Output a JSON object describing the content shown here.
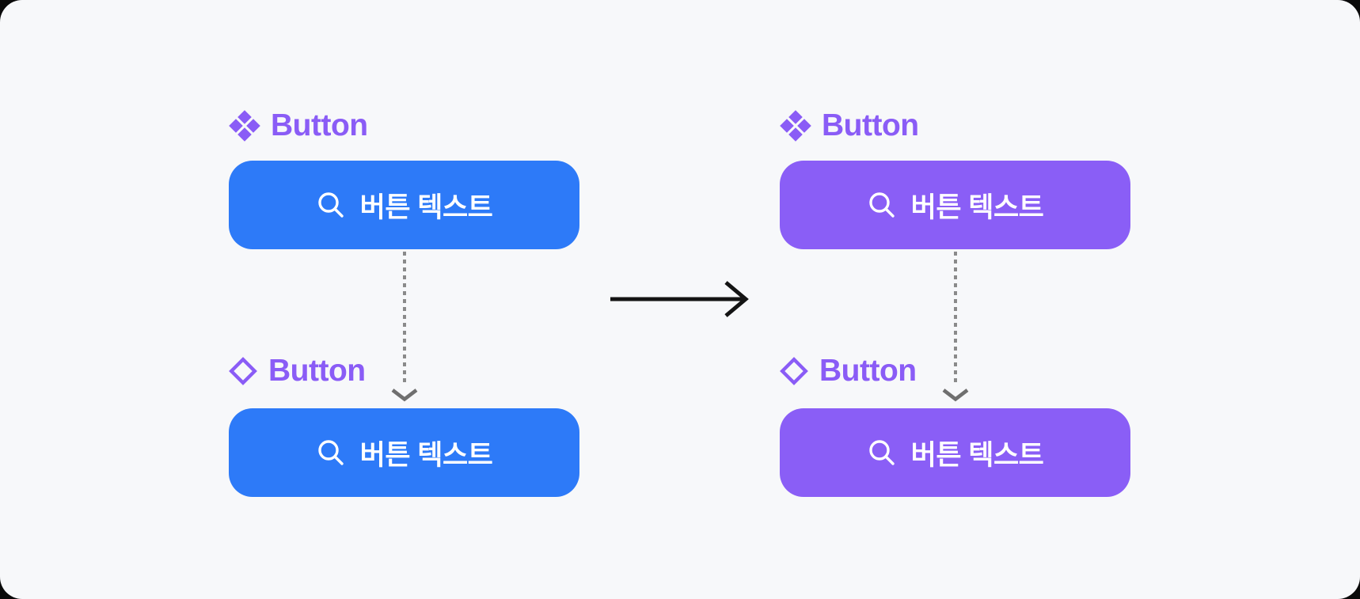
{
  "canvas": {
    "background": "#F7F8FA",
    "outer_background": "#0a0a0a",
    "corner_radius": "28px"
  },
  "colors": {
    "label_purple": "#8A5CF6",
    "button_blue": "#2D7AF8",
    "button_purple": "#8A5EF6",
    "button_text": "#FFFFFF",
    "connector_gray": "#8A8A8A",
    "connector_head_gray": "#6F6F6F",
    "arrow_black": "#141414"
  },
  "icons": {
    "component": "component-diamonds-icon",
    "instance": "instance-diamond-icon",
    "button": "search-icon",
    "flow": "arrow-right-icon",
    "connector": "arrow-down-dotted-icon"
  },
  "groups": [
    {
      "side": "before",
      "accent": "#2D7AF8",
      "component_label": "Button",
      "instance_label": "Button",
      "top_button": {
        "icon": "search-icon",
        "label": "버튼 텍스트"
      },
      "bottom_button": {
        "icon": "search-icon",
        "label": "버튼 텍스트"
      }
    },
    {
      "side": "after",
      "accent": "#8A5EF6",
      "component_label": "Button",
      "instance_label": "Button",
      "top_button": {
        "icon": "search-icon",
        "label": "버튼 텍스트"
      },
      "bottom_button": {
        "icon": "search-icon",
        "label": "버튼 텍스트"
      }
    }
  ]
}
